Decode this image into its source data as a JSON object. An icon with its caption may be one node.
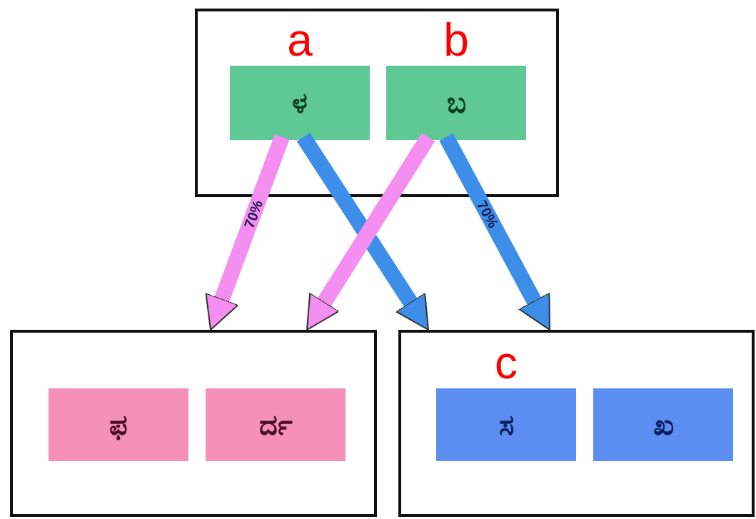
{
  "diagram": {
    "nodes": [
      {
        "text": [],
        "shape": "box"
      },
      {
        "text": [
          "ಳ"
        ],
        "in": 0,
        "beside": [
          "a"
        ]
      },
      {
        "text": [
          "ಬ"
        ],
        "in": 0,
        "beside": [
          "b"
        ]
      },
      {
        "text": [],
        "shape": "box"
      },
      {
        "text": [
          "ಫ"
        ],
        "in": 3
      },
      {
        "text": [
          "ರ್ದ"
        ],
        "in": 3
      },
      {
        "text": [],
        "shape": "box"
      },
      {
        "text": [
          "ಸ"
        ],
        "in": 6,
        "beside": [
          "c"
        ]
      },
      {
        "text": [
          "ಖ"
        ],
        "in": 6
      }
    ],
    "edges": [
      {
        "from": 1,
        "to": 3,
        "arrow": "to",
        "label": "70%",
        "color": "#f48ef0"
      },
      {
        "from": 1,
        "to": 6,
        "arrow": "to",
        "color": "#3d8ee8"
      },
      {
        "from": 2,
        "to": 3,
        "arrow": "to",
        "color": "#f48ef0"
      },
      {
        "from": 2,
        "to": 6,
        "arrow": "to",
        "label": "70%",
        "color": "#3d8ee8"
      }
    ]
  }
}
